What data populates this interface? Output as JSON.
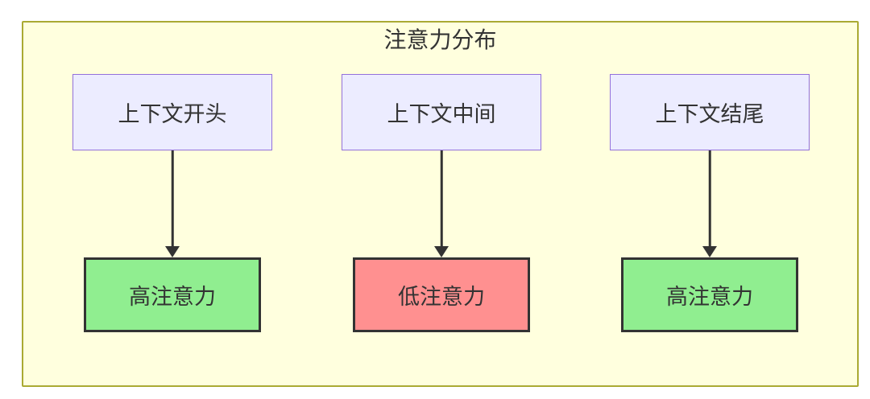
{
  "diagram": {
    "title": "注意力分布",
    "flows": [
      {
        "source_label": "上下文开头",
        "target_label": "高注意力",
        "attention_level": "high"
      },
      {
        "source_label": "上下文中间",
        "target_label": "低注意力",
        "attention_level": "low"
      },
      {
        "source_label": "上下文结尾",
        "target_label": "高注意力",
        "attention_level": "high"
      }
    ],
    "colors": {
      "canvas_bg": "#ffffde",
      "canvas_border": "#aaaa33",
      "context_fill": "#ECECFF",
      "context_border": "#9370DB",
      "high_fill": "#90EE90",
      "low_fill": "#FF9090",
      "result_border": "#333333",
      "arrow": "#333333",
      "text": "#333333"
    }
  }
}
